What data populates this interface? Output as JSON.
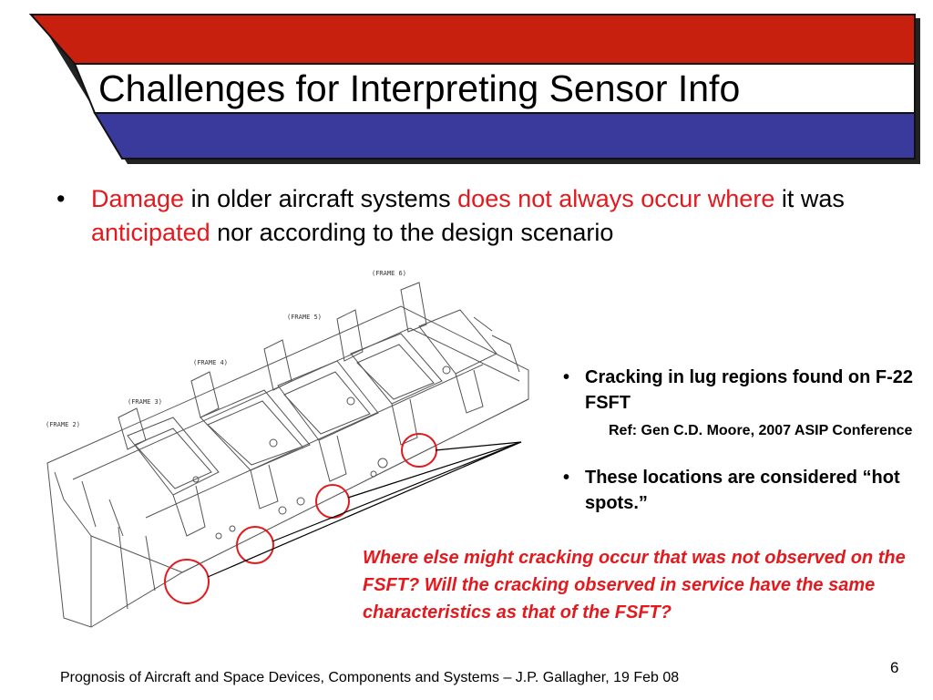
{
  "slide": {
    "title": "Challenges for Interpreting Sensor Info",
    "bullet": {
      "marker": "•",
      "parts": [
        "Damage",
        " in older aircraft systems ",
        "does not always occur where",
        " it was ",
        "anticipated",
        " nor according to the design scenario"
      ]
    },
    "diagram": {
      "frame_labels": [
        "(FRAME 6)",
        "(FRAME 5)",
        "(FRAME 4)",
        "(FRAME 3)",
        "(FRAME 2)"
      ]
    },
    "side_bullets": [
      {
        "marker": "•",
        "text": "Cracking in lug regions found on F-22 FSFT"
      },
      {
        "marker": "•",
        "text": "These locations are considered “hot spots.”"
      }
    ],
    "reference": "Ref: Gen C.D. Moore, 2007 ASIP Conference",
    "question": "Where else might cracking occur that was not observed on the FSFT?  Will the cracking observed in service have the same characteristics as that of the FSFT?",
    "footer": "Prognosis of Aircraft and Space Devices, Components and Systems – J.P. Gallagher, 19 Feb 08",
    "page_number": "6"
  },
  "colors": {
    "banner_red": "#c8200e",
    "banner_blue": "#3a3a9c",
    "highlight_red": "#e4191e"
  }
}
